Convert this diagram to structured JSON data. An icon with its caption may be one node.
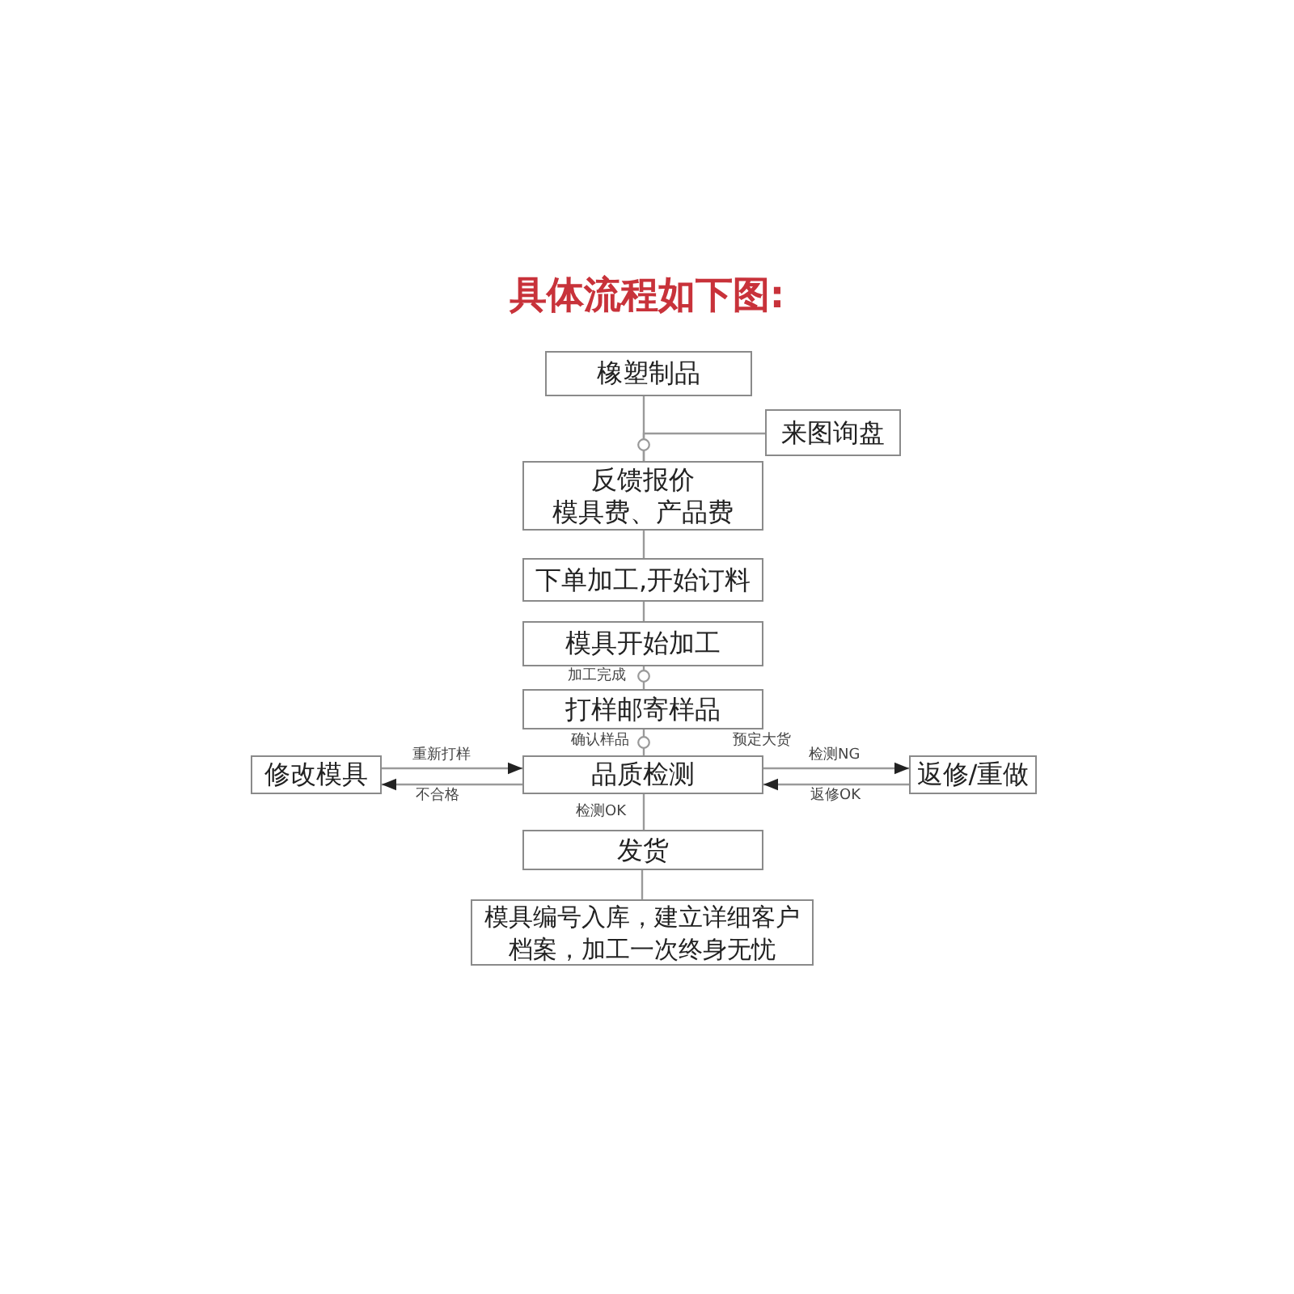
{
  "diagram": {
    "title": "具体流程如下图:",
    "nodes": [
      {
        "text": [
          "橡塑制品"
        ]
      },
      {
        "text": [
          "来图询盘"
        ]
      },
      {
        "text": [
          "反馈报价",
          "模具费、产品费"
        ]
      },
      {
        "text": [
          "下单加工,开始订料"
        ]
      },
      {
        "text": [
          "模具开始加工"
        ]
      },
      {
        "text": [
          "打样邮寄样品"
        ]
      },
      {
        "text": [
          "品质检测"
        ]
      },
      {
        "text": [
          "修改模具"
        ]
      },
      {
        "text": [
          "返修/重做"
        ]
      },
      {
        "text": [
          "发货"
        ]
      },
      {
        "text": [
          "模具编号入库，建立详细客户档案，加工一次终身无忧"
        ]
      }
    ],
    "edges": [
      {
        "from": 0,
        "to": 2,
        "arrow": "none"
      },
      {
        "from": 1,
        "to": 2,
        "arrow": "none"
      },
      {
        "from": 2,
        "to": 3,
        "arrow": "none"
      },
      {
        "from": 3,
        "to": 4,
        "arrow": "none"
      },
      {
        "from": 4,
        "to": 5,
        "arrow": "none",
        "label": "加工完成"
      },
      {
        "from": 5,
        "to": 6,
        "arrow": "none",
        "label": "确认样品"
      },
      {
        "from": 7,
        "to": 6,
        "arrow": "to",
        "label": "重新打样"
      },
      {
        "from": 6,
        "to": 7,
        "arrow": "to",
        "label": "不合格"
      },
      {
        "from": 6,
        "to": 8,
        "arrow": "to",
        "label": "检测NG"
      },
      {
        "from": 8,
        "to": 6,
        "arrow": "to",
        "label": "返修OK"
      },
      {
        "from": 6,
        "to": 9,
        "arrow": "none",
        "label": "检测OK"
      },
      {
        "from": 9,
        "to": 10,
        "arrow": "none"
      }
    ],
    "labels": [
      "预定大货"
    ]
  }
}
